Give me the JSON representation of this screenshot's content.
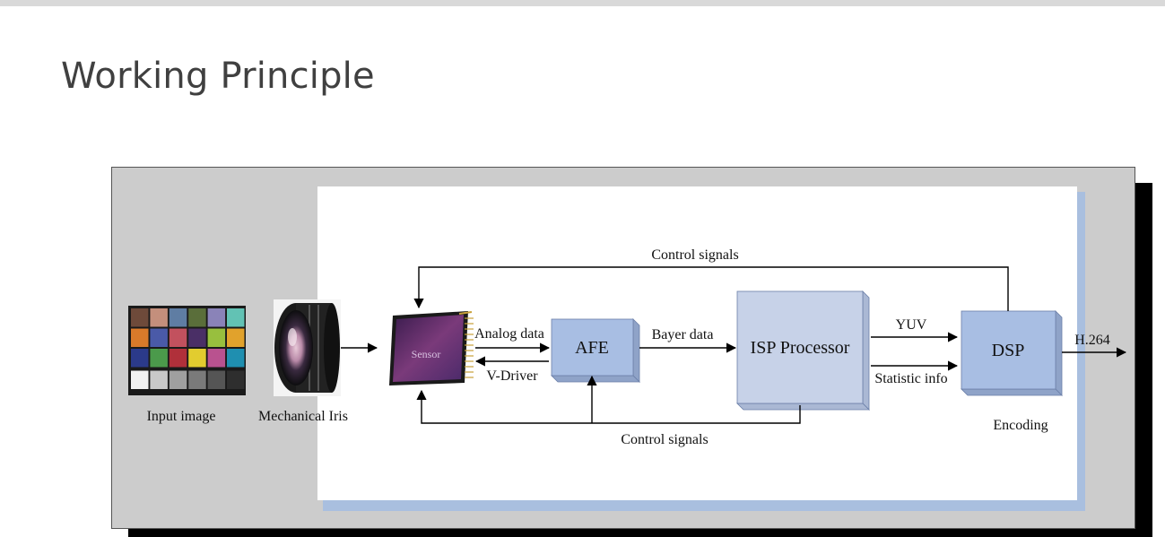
{
  "slide": {
    "title": "Working Principle"
  },
  "diagram": {
    "blocks": {
      "sensor": "Sensor",
      "afe": "AFE",
      "isp": "ISP Processor",
      "dsp": "DSP"
    },
    "edges": {
      "analog_data": "Analog data",
      "v_driver": "V-Driver",
      "bayer_data": "Bayer data",
      "yuv": "YUV",
      "statistic_info": "Statistic info",
      "h264": "H.264",
      "control_top": "Control signals",
      "control_bottom": "Control signals"
    },
    "captions": {
      "input_image": "Input image",
      "mechanical_iris": "Mechanical Iris",
      "encoding": "Encoding"
    },
    "colors": {
      "block_fill": "#a8bee3",
      "block_edge": "#6b7fa8",
      "isp_fill": "#c7d2e8",
      "frame_gray": "#cccccc"
    },
    "color_checker": [
      [
        "#6e4a3a",
        "#c48f7c",
        "#5f7da3",
        "#5a6e3a",
        "#8a83b8",
        "#62c2b4"
      ],
      [
        "#d97a2a",
        "#4a5aa8",
        "#c2515e",
        "#4a2f66",
        "#98bf3e",
        "#e1a22c"
      ],
      [
        "#2b3a8a",
        "#4b9a4b",
        "#b0303a",
        "#e2cc2f",
        "#b9528f",
        "#1f8fb0"
      ],
      [
        "#f1f1f1",
        "#c8c8c8",
        "#a0a0a0",
        "#7a7a7a",
        "#555555",
        "#2e2e2e"
      ]
    ]
  }
}
